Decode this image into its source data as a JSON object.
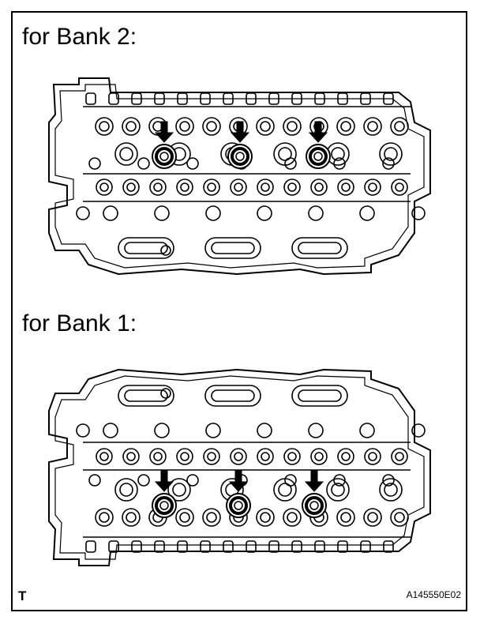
{
  "bank2": {
    "heading": "for Bank 2:"
  },
  "bank1": {
    "heading": "for Bank 1:"
  },
  "footer": {
    "mark": "T",
    "reference": "A145550E02"
  },
  "colors": {
    "line": "#000000",
    "fill": "#ffffff"
  },
  "icons": {
    "pointer": "down-arrow-icon",
    "seal": "seal-ring-icon"
  }
}
